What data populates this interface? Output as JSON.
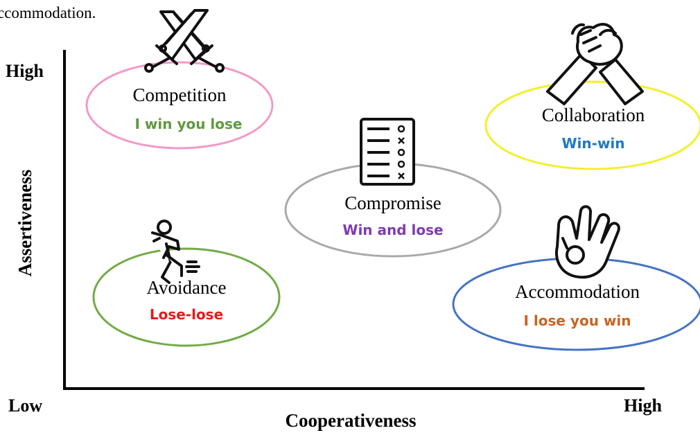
{
  "top_caption": "ccommodation.",
  "axes": {
    "y_label": "Assertiveness",
    "y_high": "High",
    "x_label": "Cooperativeness",
    "x_low": "Low",
    "x_high": "High"
  },
  "styles": [
    {
      "id": "competition",
      "title": "Competition",
      "outcome": "I win you lose",
      "ellipse_color": "#f19ac9",
      "outcome_color": "#5e9a3e",
      "icon": "crossed-swords-icon"
    },
    {
      "id": "collaboration",
      "title": "Collaboration",
      "outcome": "Win-win",
      "ellipse_color": "#f4ef2a",
      "outcome_color": "#2178c4",
      "icon": "handshake-icon"
    },
    {
      "id": "compromise",
      "title": "Compromise",
      "outcome": "Win and lose",
      "ellipse_color": "#a9a9a9",
      "outcome_color": "#7e3bb3",
      "icon": "checklist-icon"
    },
    {
      "id": "avoidance",
      "title": "Avoidance",
      "outcome": "Lose-lose",
      "ellipse_color": "#72ab45",
      "outcome_color": "#e8191b",
      "icon": "running-person-icon"
    },
    {
      "id": "accommodation",
      "title": "Accommodation",
      "outcome": "I lose you win",
      "ellipse_color": "#4573c4",
      "outcome_color": "#c9641f",
      "icon": "ok-hand-icon"
    }
  ]
}
